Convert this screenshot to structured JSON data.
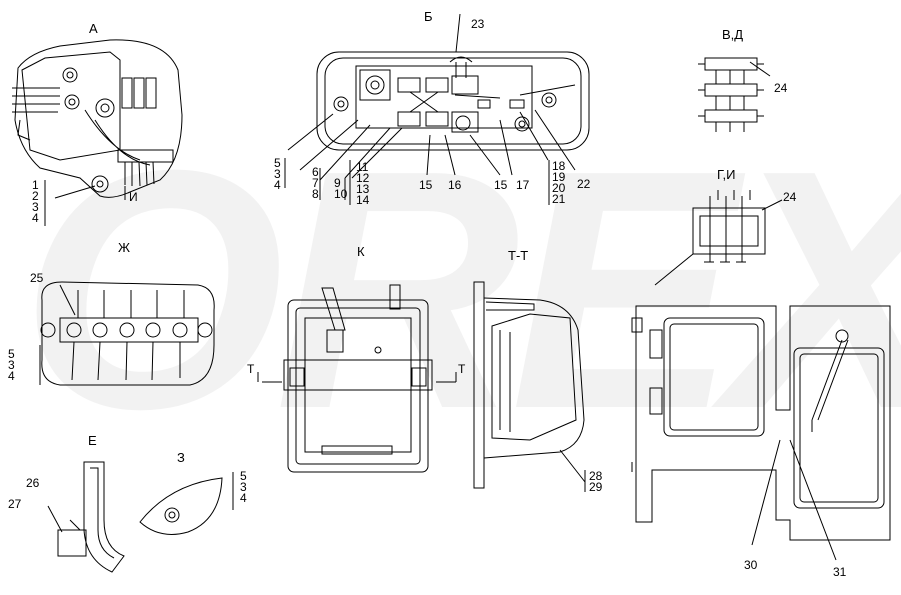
{
  "views": {
    "a": "А",
    "b": "Б",
    "vd": "В,Д",
    "gi": "Г,И",
    "zh": "Ж",
    "k": "К",
    "tt": "Т-Т",
    "e": "Е",
    "z": "З"
  },
  "markers": {
    "i": "И",
    "t_left": "Т",
    "t_right": "Т"
  },
  "callouts": {
    "c23": "23",
    "c24_top": "24",
    "c24_mid": "24",
    "c25": "25",
    "c26": "26",
    "c27": "27",
    "c30": "30",
    "c31": "31",
    "c15a": "15",
    "c16": "16",
    "c15b": "15",
    "c17": "17",
    "c22": "22"
  },
  "stacks": {
    "a_1234": "1\n2\n3\n4",
    "b_534": "5\n3\n4",
    "b_678": "6\n7\n8",
    "b_910": "9\n10",
    "b_11_14": "11\n12\n13\n14",
    "b_18_21": "18\n19\n20\n21",
    "zh_534": "5\n3\n4",
    "z_534": "5\n3\n4",
    "tt_2829": "28\n29"
  },
  "watermark": {
    "text": "OREX"
  },
  "colors": {
    "line": "#000000",
    "watermark": "#e6e6e6"
  }
}
